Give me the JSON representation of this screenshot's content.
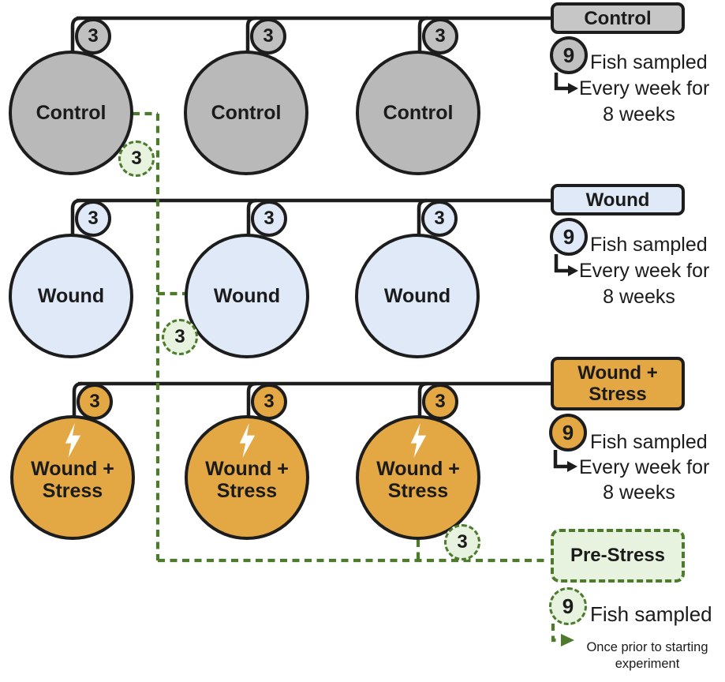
{
  "rows": [
    {
      "name": "control",
      "tank_label": "Control",
      "tank_badge": "3",
      "group_label": "Control",
      "group_badge": "9",
      "note_line1": "Fish sampled",
      "note_line2": "Every week for",
      "note_line3": "8 weeks"
    },
    {
      "name": "wound",
      "tank_label": "Wound",
      "tank_badge": "3",
      "group_label": "Wound",
      "group_badge": "9",
      "note_line1": "Fish sampled",
      "note_line2": "Every week for",
      "note_line3": "8 weeks"
    },
    {
      "name": "wound-stress",
      "tank_label": "Wound + Stress",
      "tank_badge": "3",
      "group_label": "Wound + Stress",
      "group_badge": "9",
      "note_line1": "Fish sampled",
      "note_line2": "Every week for",
      "note_line3": "8 weeks",
      "icon": "lightning-bolt"
    }
  ],
  "transfer_markers": [
    {
      "label": "3"
    },
    {
      "label": "3"
    },
    {
      "label": "3"
    }
  ],
  "pre_stress": {
    "box_label": "Pre-Stress",
    "badge": "9",
    "note_line1": "Fish sampled",
    "note_line2": "Once prior to starting experiment"
  },
  "colors": {
    "control_fill": "#b9b9b9",
    "wound_fill": "#dfe9f7",
    "stress_fill": "#e3a844",
    "pre_stress_fill": "#e7f2df",
    "pre_stress_stroke": "#4d7a2d",
    "outline": "#1d1d1d",
    "bolt": "#ffffff"
  }
}
